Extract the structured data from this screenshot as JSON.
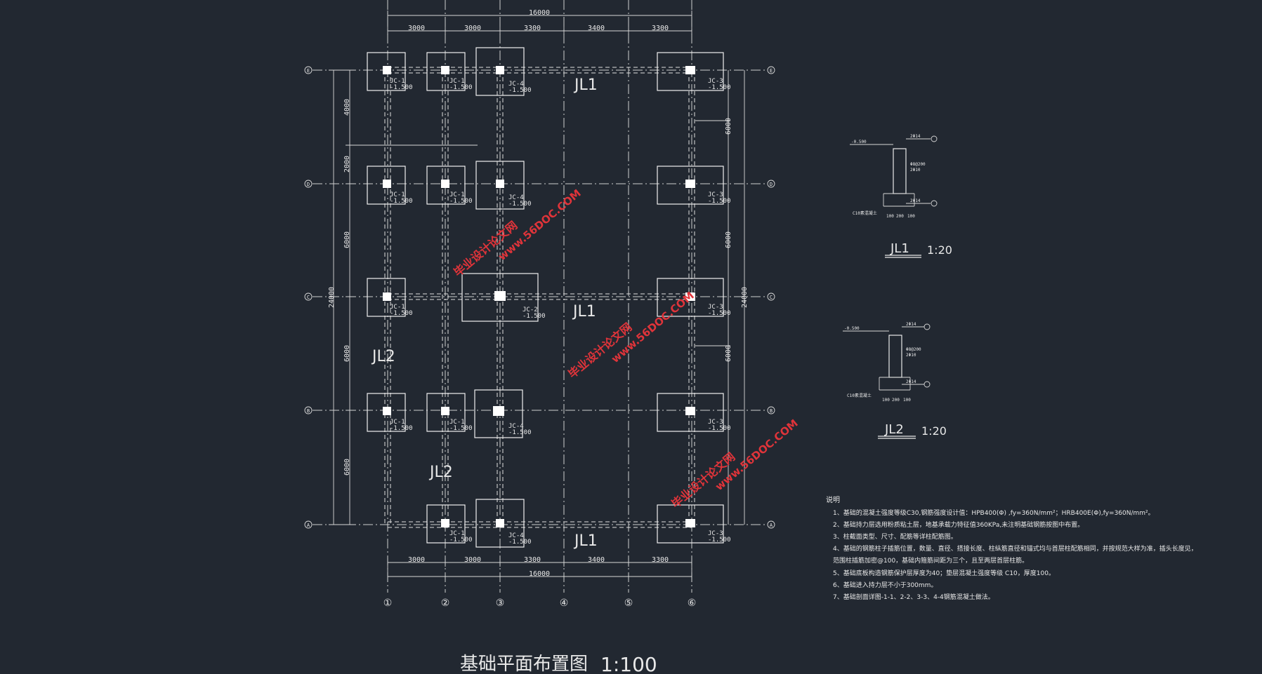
{
  "plan": {
    "title": "基础平面布置图",
    "scale": "1:100",
    "overall_width": "16000",
    "overall_height": "24000",
    "x_dims": [
      "3000",
      "3000",
      "3300",
      "3400",
      "3300"
    ],
    "y_dims_left": [
      "4000",
      "2000",
      "6000",
      "6000",
      "6000"
    ],
    "y_dims_right": [
      "6000",
      "6000",
      "6000"
    ],
    "grid_cols": [
      "①",
      "②",
      "③",
      "④",
      "⑤",
      "⑥"
    ],
    "grid_rows": [
      "E",
      "D",
      "C",
      "B",
      "A"
    ],
    "beam_labels": [
      "JL1",
      "JL1",
      "JL1",
      "JL2",
      "JL2"
    ],
    "footing_level": "-1.500",
    "footing_types": [
      "JC-1",
      "JC-2",
      "JC-3",
      "JC-4"
    ]
  },
  "details": {
    "jl1_title": "JL1",
    "jl1_scale": "1:20",
    "jl2_title": "JL2",
    "jl2_scale": "1:20",
    "jl1_notes": [
      "-0.500",
      "2Φ14",
      "Φ8@200",
      "2Φ10",
      "2Φ14",
      "C10素混凝土",
      "100",
      "200",
      "100"
    ],
    "jl2_notes": [
      "-0.500",
      "2Φ14",
      "Φ8@200",
      "2Φ10",
      "2Φ14",
      "C10素混凝土",
      "100",
      "200",
      "100"
    ]
  },
  "notes": {
    "heading": "说明",
    "items": [
      "1、基础的混凝土强度等级C30,钢筋强度设计值：HPB400(Φ) ,fy=360N/mm²；HRB400E(Φ),fy=360N/mm²。",
      "2、基础持力层选用粉质粘土层，地基承载力特征值360KPa,未注明基础钢筋按图中布置。",
      "3、柱截面类型、尺寸、配筋等详柱配筋图。",
      "4、基础的钢筋柱子插筋位置，数量、直径、搭接长度、柱纵筋直径和锚式均与首层柱配筋相同，并按规范大样为准，插头长度见，",
      "   范围柱插筋加密@100，基础内箍筋间距为三个，且至两层首层柱筋。",
      "5、基础底板构造钢筋保护层厚度为40；垫层混凝土强度等级 C10，厚度100。",
      "6、基础进入持力层不小于300mm。",
      "7、基础剖面详图-1-1、2-2、3-3、4-4钢筋混凝土做法。"
    ]
  },
  "watermarks": [
    "毕业设计论文网",
    "www.56DOC.COM"
  ]
}
